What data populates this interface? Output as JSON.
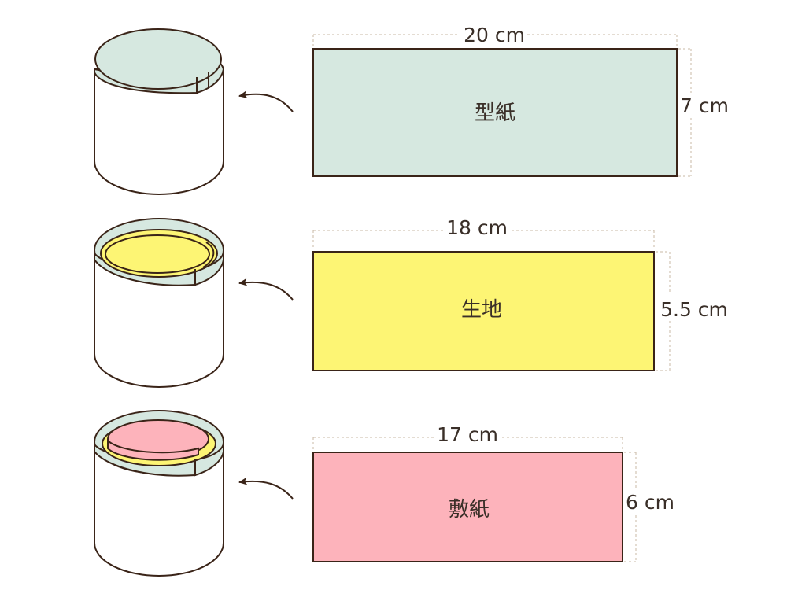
{
  "colors": {
    "pattern": "#d6e8e0",
    "fabric": "#fdf574",
    "liner": "#fdb3bb",
    "outline": "#3a2418",
    "dash": "#c9b8a6"
  },
  "steps": [
    {
      "label": "型紙",
      "width": "20 cm",
      "height": "7 cm"
    },
    {
      "label": "生地",
      "width": "18 cm",
      "height": "5.5 cm"
    },
    {
      "label": "敷紙",
      "width": "17 cm",
      "height": "6 cm"
    }
  ]
}
